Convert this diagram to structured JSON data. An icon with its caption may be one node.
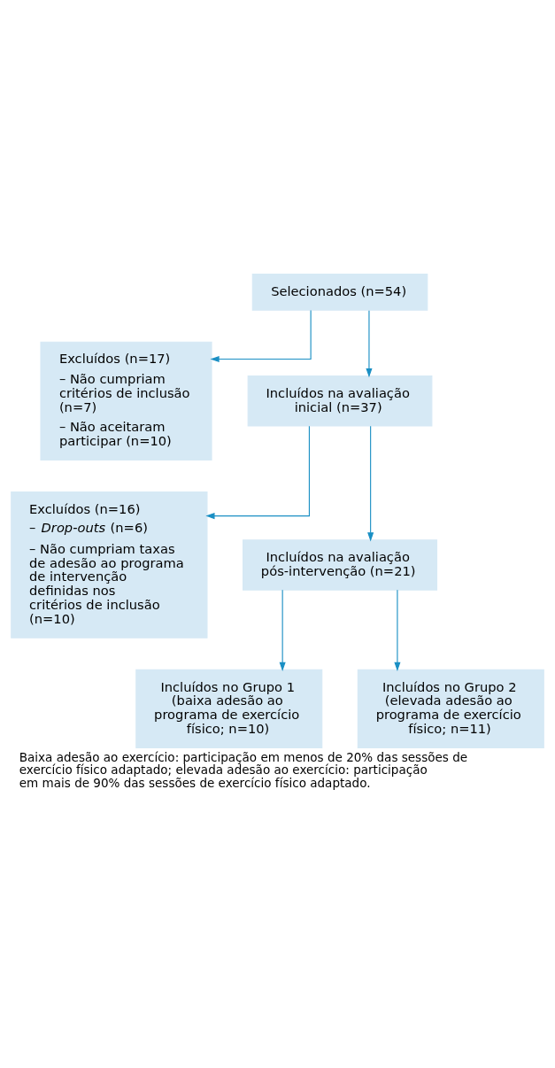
{
  "diagram": {
    "caption": "Baixa adesão ao exercício: participação em menos de 20% das sessões de exercício físico adaptado; elevada adesão ao exercício: participação em mais de 90% das sessões de exercício físico adaptado.",
    "nodes": [
      {
        "text": [
          "Selecionados (n=54)"
        ]
      },
      {
        "text": [
          "Excluídos (n=17)",
          "– Não cumpriam critérios de inclusão (n=7)",
          "– Não aceitaram participar (n=10)"
        ]
      },
      {
        "text": [
          "Incluídos na avaliação inicial (n=37)"
        ]
      },
      {
        "text": [
          "Excluídos (n=16)",
          "– *Drop-outs* (n=6)",
          "– Não cumpriam taxas de adesão ao programa de intervenção definidas nos critérios de inclusão (n=10)"
        ]
      },
      {
        "text": [
          "Incluídos na avaliação pós-intervenção (n=21)"
        ]
      },
      {
        "text": [
          "Incluídos no Grupo 1 (baixa adesão ao programa de exercício físico; n=10)"
        ]
      },
      {
        "text": [
          "Incluídos no Grupo 2 (elevada adesão ao programa de exercício físico; n=11)"
        ]
      }
    ],
    "edges": [
      {
        "from": 0,
        "to": 1,
        "arrow": "to"
      },
      {
        "from": 0,
        "to": 2,
        "arrow": "to"
      },
      {
        "from": 2,
        "to": 3,
        "arrow": "to"
      },
      {
        "from": 2,
        "to": 4,
        "arrow": "to"
      },
      {
        "from": 4,
        "to": 5,
        "arrow": "to"
      },
      {
        "from": 4,
        "to": 6,
        "arrow": "to"
      }
    ]
  }
}
